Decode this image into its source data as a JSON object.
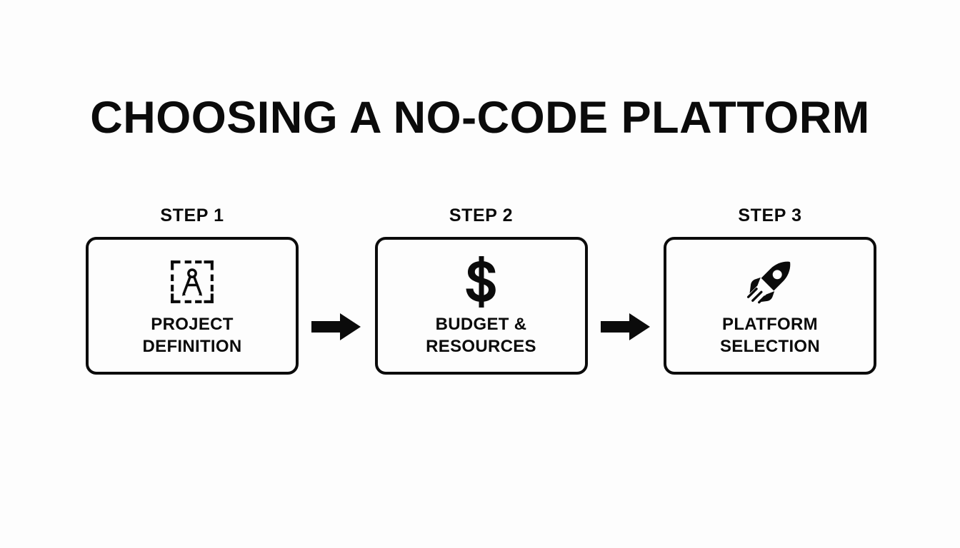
{
  "slide": {
    "title": "CHOOSING A NO-CODE PLATTORM",
    "background_color": "#fdfdfd",
    "foreground_color": "#0b0b0b"
  },
  "steps": [
    {
      "step_label": "STEP 1",
      "icon": "drafting-compass-icon",
      "line1": "PROJECT",
      "line2": "DEFINITION"
    },
    {
      "step_label": "STEP 2",
      "icon": "dollar-sign-icon",
      "line1": "BUDGET &",
      "line2": "RESOURCES"
    },
    {
      "step_label": "STEP 3",
      "icon": "rocket-icon",
      "line1": "PLATFORM",
      "line2": "SELECTION"
    }
  ],
  "connectors": [
    {
      "icon": "arrow-right-icon"
    },
    {
      "icon": "arrow-right-icon"
    }
  ]
}
